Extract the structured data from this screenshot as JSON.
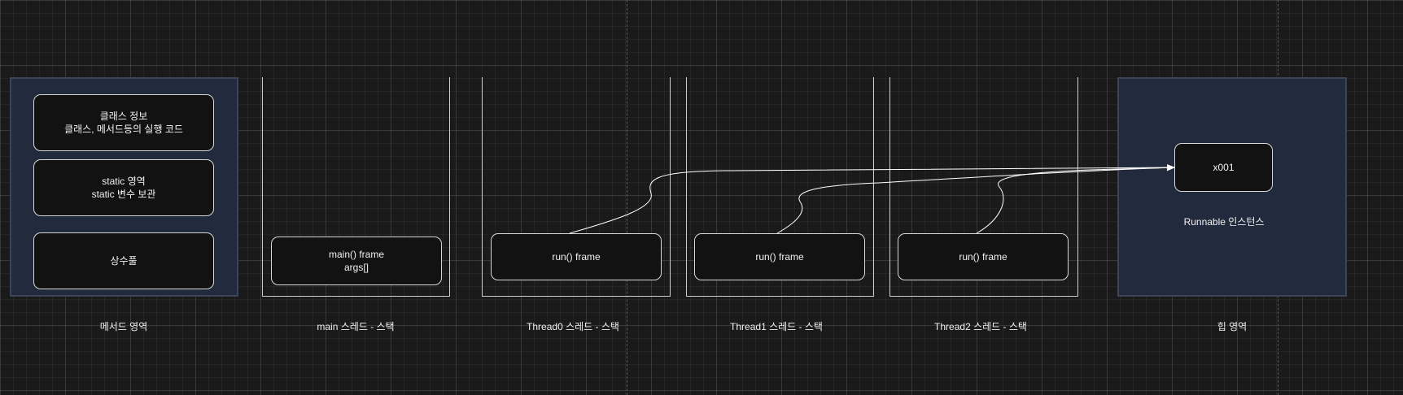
{
  "method_area": {
    "class_info": {
      "line1": "클래스 정보",
      "line2": "클래스, 메서드등의 실행 코드"
    },
    "static_area": {
      "line1": "static 영역",
      "line2": "static 변수 보관"
    },
    "constant_pool": {
      "line1": "상수풀"
    },
    "label": "메서드 영역"
  },
  "main_stack": {
    "frame": {
      "line1": "main() frame",
      "line2": "args[]"
    },
    "label": "main 스레드 - 스택"
  },
  "thread0_stack": {
    "frame": {
      "line1": "run() frame"
    },
    "label": "Thread0 스레드 - 스택"
  },
  "thread1_stack": {
    "frame": {
      "line1": "run() frame"
    },
    "label": "Thread1 스레드 - 스택"
  },
  "thread2_stack": {
    "frame": {
      "line1": "run() frame"
    },
    "label": "Thread2 스레드 - 스택"
  },
  "heap": {
    "instance": {
      "line1": "x001"
    },
    "caption": "Runnable 인스턴스",
    "label": "힙 영역"
  }
}
